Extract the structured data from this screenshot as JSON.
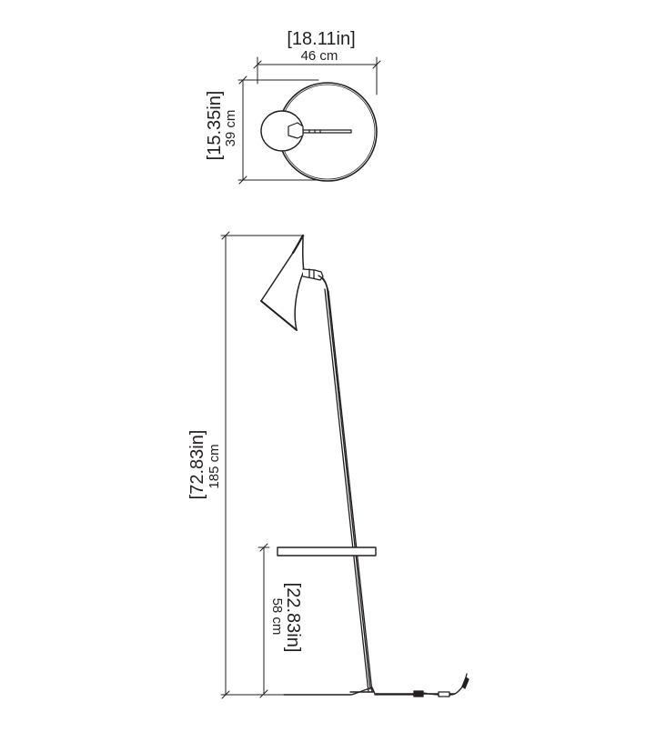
{
  "colors": {
    "line": "#231f20",
    "background": "#ffffff"
  },
  "dimensions": {
    "top_width": {
      "in": "[18.11in]",
      "cm": "46 cm"
    },
    "top_depth": {
      "in": "[15.35in]",
      "cm": "39 cm"
    },
    "total_height": {
      "in": "[72.83in]",
      "cm": "185 cm"
    },
    "shelf_height": {
      "in": "[22.83in]",
      "cm": "58 cm"
    }
  }
}
